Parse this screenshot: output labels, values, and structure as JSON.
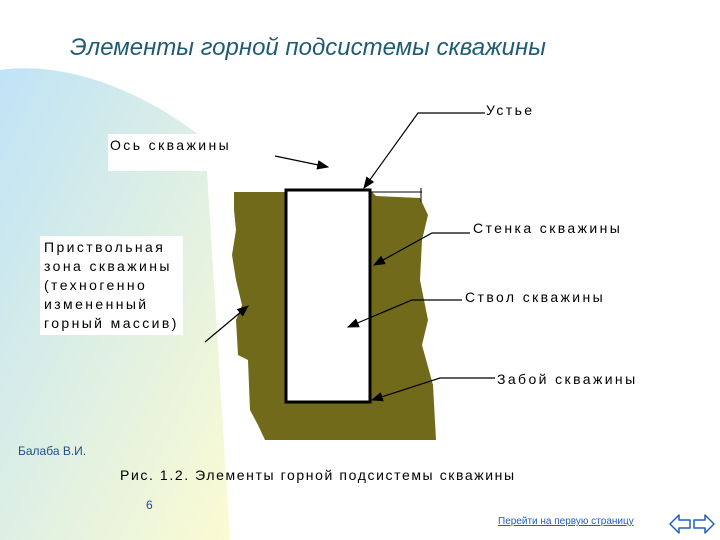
{
  "title": "Элементы горной подсистемы скважины",
  "labels": {
    "ustye": "Устье",
    "os": "Ось скважины",
    "stenka": "Стенка скважины",
    "stvol": "Ствол скважины",
    "zaboy": "Забой скважины",
    "zone": [
      "Приствольная",
      "зона скважины",
      "(техногенно",
      "измененный",
      "горный массив)"
    ]
  },
  "author": "Балаба В.И.",
  "caption": "Рис. 1.2. Элементы горной подсистемы скважины",
  "page_number": "6",
  "nav_link": "Перейти на первую страницу",
  "colors": {
    "title": "#1f5c73",
    "rock": "#706a1a",
    "gradient_start": "#bfe3f7",
    "gradient_end": "#fbfbd2",
    "link": "#1f5fbf"
  },
  "icons": [
    "nav-back-icon",
    "nav-forward-icon"
  ]
}
